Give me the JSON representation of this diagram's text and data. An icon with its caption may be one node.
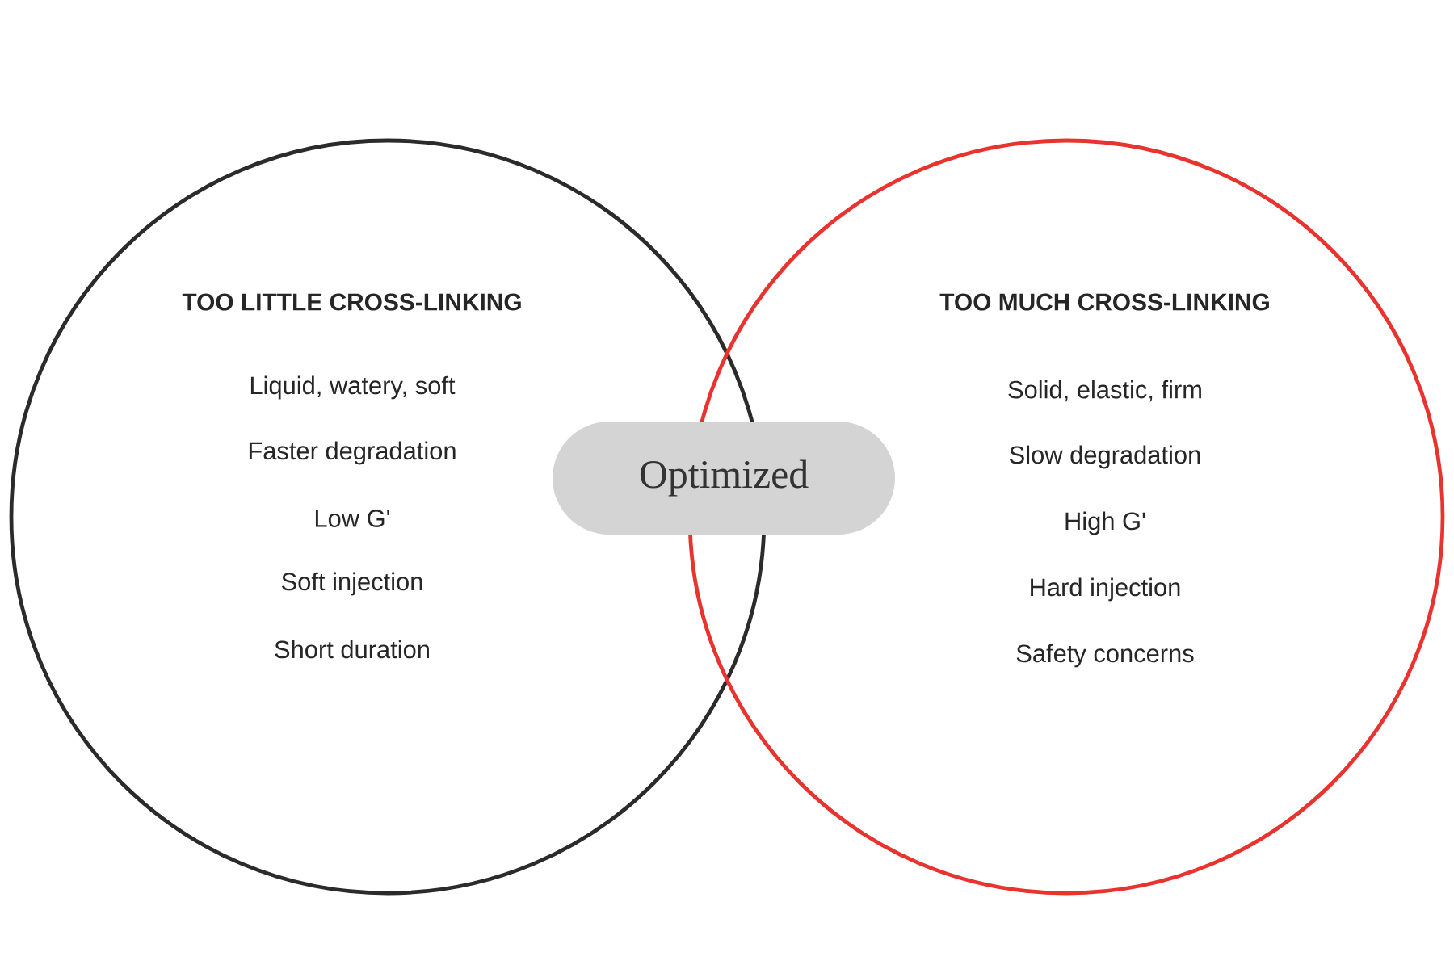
{
  "diagram": {
    "nodes": [
      {
        "text": [
          "TOO LITTLE CROSS-LINKING",
          "Liquid, watery, soft",
          "Faster degradation",
          "Low G'",
          "Soft injection",
          "Short duration"
        ]
      },
      {
        "text": [
          "TOO MUCH CROSS-LINKING",
          "Solid, elastic, firm",
          "Slow degradation",
          "High G'",
          "Hard injection",
          "Safety concerns"
        ]
      },
      {
        "text": [
          "Optimized"
        ]
      }
    ]
  }
}
